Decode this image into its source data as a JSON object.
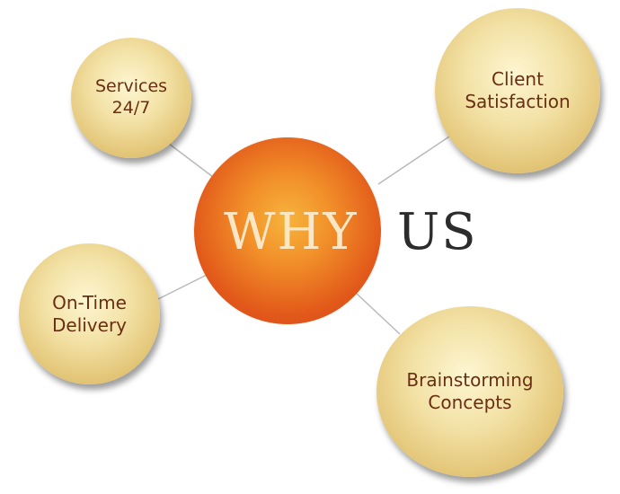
{
  "diagram": {
    "center": {
      "word1": "WHY",
      "word2": "US"
    },
    "nodes": [
      {
        "id": "services",
        "lines": [
          "Services",
          "24/7"
        ]
      },
      {
        "id": "client",
        "lines": [
          "Client",
          "Satisfaction"
        ]
      },
      {
        "id": "ontime",
        "lines": [
          "On-Time",
          "Delivery"
        ]
      },
      {
        "id": "brainstorm",
        "lines": [
          "Brainstorming",
          "Concepts"
        ]
      }
    ]
  },
  "colors": {
    "center_fill": "#e2591a",
    "center_highlight": "#f6b43c",
    "node_fill": "#f3e2a6",
    "node_text": "#6a2e12",
    "title_why": "#fbe7c6",
    "title_us": "#2c2c2c",
    "connector": "#b9b9b9"
  }
}
